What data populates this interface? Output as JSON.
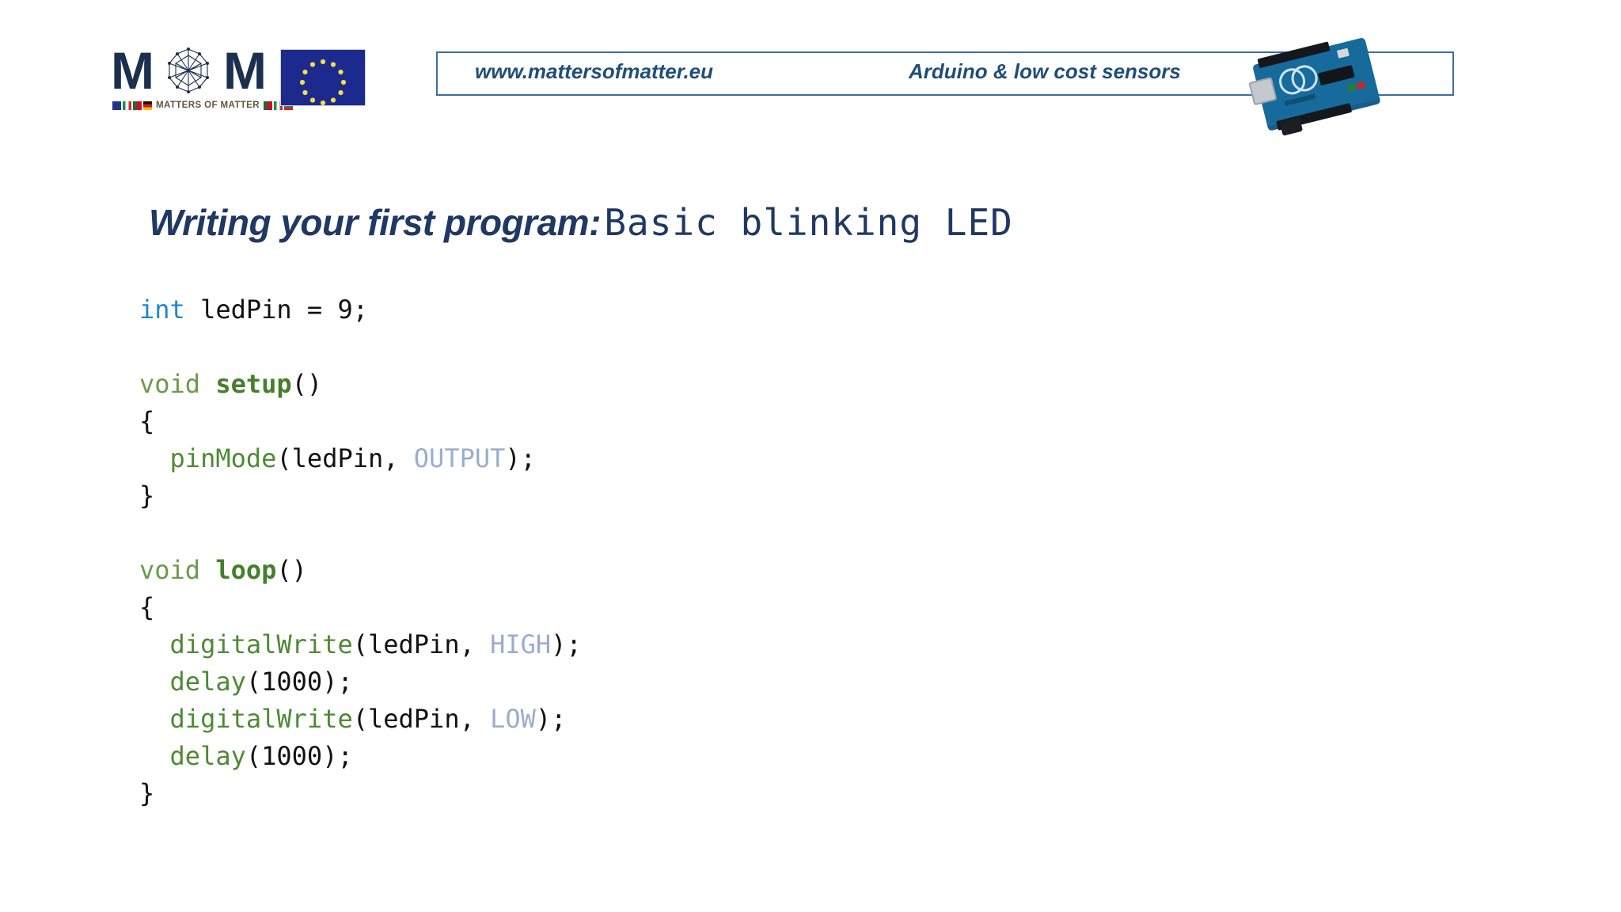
{
  "header": {
    "logo": {
      "name": "MOM",
      "letter_left": "M",
      "letter_right": "M",
      "tagline": "MATTERS OF MATTER",
      "node_icon": "network-polygon-icon"
    },
    "eu_flag": {
      "icon": "eu-flag-icon",
      "stars": 12
    },
    "url": "www.mattersofmatter.eu",
    "topic": "Arduino & low cost sensors",
    "board_photo": "arduino-uno-board-photo"
  },
  "title": {
    "lead": "Writing your first program:",
    "code": "Basic blinking LED"
  },
  "code": {
    "lines": [
      [
        {
          "t": "int",
          "c": "t-type"
        },
        {
          "t": " ledPin = 9;",
          "c": "t-plain"
        }
      ],
      [
        {
          "t": "",
          "c": "t-plain"
        }
      ],
      [
        {
          "t": "void ",
          "c": "t-void"
        },
        {
          "t": "setup",
          "c": "t-fnname"
        },
        {
          "t": "()",
          "c": "t-plain"
        }
      ],
      [
        {
          "t": "{",
          "c": "t-plain"
        }
      ],
      [
        {
          "t": "  ",
          "c": "t-plain"
        },
        {
          "t": "pinMode",
          "c": "t-call"
        },
        {
          "t": "(ledPin, ",
          "c": "t-plain"
        },
        {
          "t": "OUTPUT",
          "c": "t-const"
        },
        {
          "t": ");",
          "c": "t-plain"
        }
      ],
      [
        {
          "t": "}",
          "c": "t-plain"
        }
      ],
      [
        {
          "t": "",
          "c": "t-plain"
        }
      ],
      [
        {
          "t": "void ",
          "c": "t-void"
        },
        {
          "t": "loop",
          "c": "t-fnname"
        },
        {
          "t": "()",
          "c": "t-plain"
        }
      ],
      [
        {
          "t": "{",
          "c": "t-plain"
        }
      ],
      [
        {
          "t": "  ",
          "c": "t-plain"
        },
        {
          "t": "digitalWrite",
          "c": "t-call"
        },
        {
          "t": "(ledPin, ",
          "c": "t-plain"
        },
        {
          "t": "HIGH",
          "c": "t-const"
        },
        {
          "t": ");",
          "c": "t-plain"
        }
      ],
      [
        {
          "t": "  ",
          "c": "t-plain"
        },
        {
          "t": "delay",
          "c": "t-call"
        },
        {
          "t": "(1000);",
          "c": "t-plain"
        }
      ],
      [
        {
          "t": "  ",
          "c": "t-plain"
        },
        {
          "t": "digitalWrite",
          "c": "t-call"
        },
        {
          "t": "(ledPin, ",
          "c": "t-plain"
        },
        {
          "t": "LOW",
          "c": "t-const"
        },
        {
          "t": ");",
          "c": "t-plain"
        }
      ],
      [
        {
          "t": "  ",
          "c": "t-plain"
        },
        {
          "t": "delay",
          "c": "t-call"
        },
        {
          "t": "(1000);",
          "c": "t-plain"
        }
      ],
      [
        {
          "t": "}",
          "c": "t-plain"
        }
      ]
    ]
  },
  "colors": {
    "title_navy": "#1f3864",
    "header_navy": "#1f4e79",
    "box_border": "#3f6ba8",
    "keyword_blue": "#1e87d4",
    "type_green": "#6a9b4b",
    "fn_green": "#44802c",
    "call_green": "#4e8a35",
    "const_grey_blue": "#9aaecb",
    "background": "#ffffff"
  }
}
